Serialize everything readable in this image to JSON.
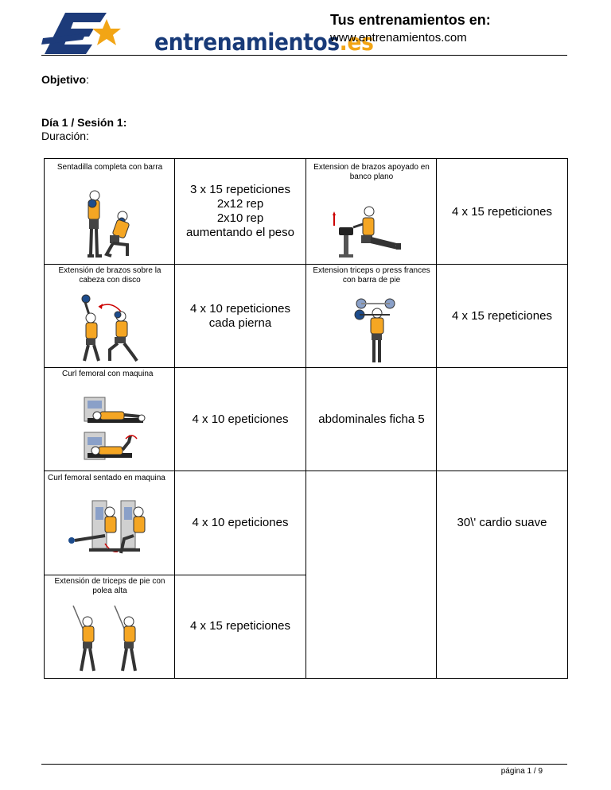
{
  "header": {
    "logo_name": "entrenamientos",
    "logo_tld": ".es",
    "title": "Tus entrenamientos en:",
    "url": "www.entrenamientos.com"
  },
  "objetivo": {
    "label": "Objetivo",
    "colon": ":"
  },
  "session": {
    "title": "Día 1 / Sesión 1:",
    "duration": "Duración:"
  },
  "exercises": [
    {
      "label": "Sentadilla completa con barra",
      "reps": [
        "3 x 15 repeticiones",
        "2x12 rep",
        "2x10 rep",
        "aumentando el peso"
      ]
    },
    {
      "label": "Extension de brazos apoyado en banco plano",
      "reps": [
        "4 x 15 repeticiones"
      ]
    },
    {
      "label": "Extensión de brazos sobre la cabeza con disco",
      "reps": [
        "4 x 10 repeticiones",
        "cada pierna"
      ]
    },
    {
      "label": "Extension triceps o press frances con barra de pie",
      "reps": [
        "4 x 15 repeticiones"
      ]
    },
    {
      "label": "Curl femoral con maquina",
      "reps": [
        "4 x 10 epeticiones"
      ]
    },
    {
      "label": "",
      "reps": [
        "abdominales ficha 5"
      ]
    },
    {
      "label": "Curl femoral sentado en maquina",
      "reps": [
        "4 x 10 epeticiones"
      ]
    },
    {
      "label": "",
      "reps": [
        "30\\' cardio suave"
      ]
    },
    {
      "label": "Extensión de triceps de pie con polea alta",
      "reps": [
        "4 x 15 repeticiones"
      ]
    }
  ],
  "footer": {
    "page": "página 1 / 9"
  },
  "colors": {
    "brand_blue": "#183a78",
    "brand_orange": "#f2a515",
    "shirt": "#f5a623"
  }
}
